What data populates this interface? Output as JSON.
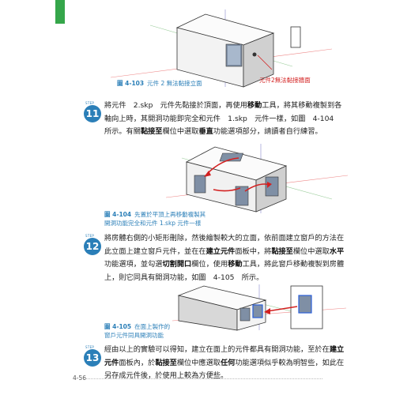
{
  "page": {
    "number": "4-56"
  },
  "figures": [
    {
      "label": "圖 4-103",
      "caption": "元件 2 無法黏接立面",
      "callout": "元件2無法黏接牆面"
    },
    {
      "label": "圖 4-104",
      "caption_line1": "先置於平頂上再移動複製其",
      "caption_line2": "開洞功能完全和元件 1.skp 元件一樣"
    },
    {
      "label": "圖 4-105",
      "caption_line1": "在面上製作的",
      "caption_line2": "窗戶元件同具開洞功能"
    }
  ],
  "steps": [
    {
      "step_word": "STEP",
      "number": "11",
      "text": [
        "將元件　2.skp　元件先黏接於頂面，再使用",
        {
          "bold": "移動"
        },
        "工具，將其移動複製到各軸向上時，其開洞功能即完全和元件　1.skp　元件一樣，如圖　4-104　所示。有關",
        {
          "bold": "黏接至"
        },
        "欄位中選取",
        {
          "bold": "垂直"
        },
        "功能選項部分，請讀者自行練習。"
      ]
    },
    {
      "step_word": "STEP",
      "number": "12",
      "text": [
        "將房體右側的小矩形刪除，然後繪製較大的立面，依前面建立窗戶的方法在此立面上建立窗戶元件，並在在",
        {
          "bold": "建立元件"
        },
        "面板中，將",
        {
          "bold": "黏接至"
        },
        "欄位中選取",
        {
          "bold": "水平"
        },
        "功能選項，並勾選",
        {
          "bold": "切割開口"
        },
        "欄位，使用",
        {
          "bold": "移動"
        },
        "工具，將此窗戶移動複製到房體上，則它同具有開洞功能，如圖　4-105　所示。"
      ]
    },
    {
      "step_word": "STEP",
      "number": "13",
      "text": [
        "經由以上的實驗可以得知，建立在面上的元件都具有開洞功能，至於在",
        {
          "bold": "建立元件"
        },
        "面板內，於",
        {
          "bold": "黏接至"
        },
        "欄位中應選取",
        {
          "bold": "任何"
        },
        "功能選項似乎較為明智些，如此在另存成元件後，於使用上較為方便些。"
      ]
    }
  ],
  "colors": {
    "accent_blue": "#2b7fb8",
    "tab_green": "#35a64a",
    "callout_red": "#d32020"
  }
}
